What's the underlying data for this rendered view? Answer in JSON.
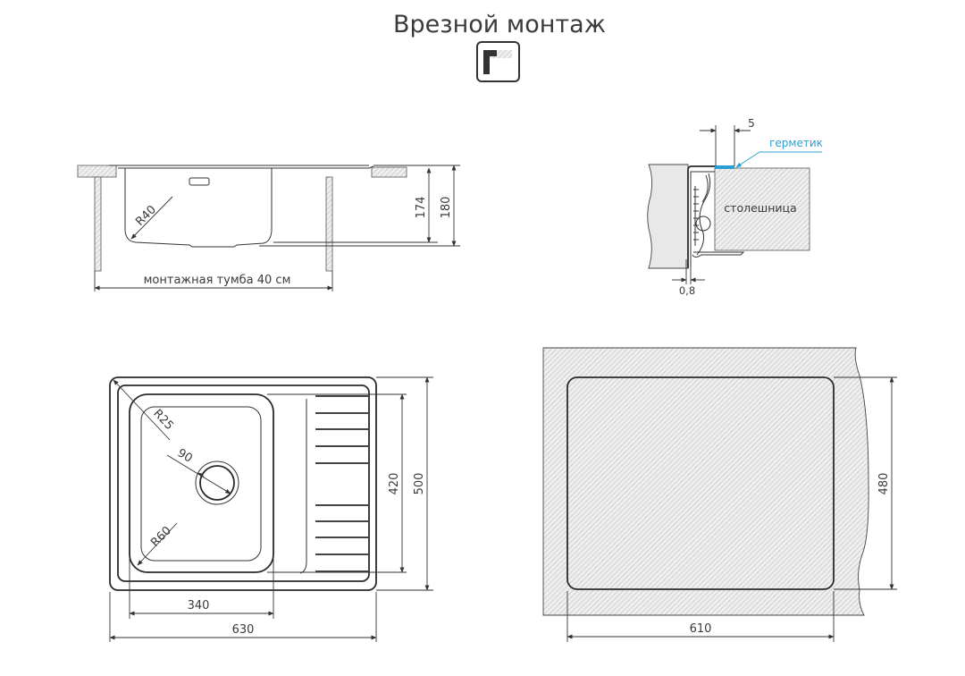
{
  "title": "Врезной монтаж",
  "icon": "flush-mount-icon",
  "side_view": {
    "cabinet_label": "монтажная тумба 40 см",
    "radius": "R40",
    "depth_inner": "174",
    "depth_total": "180"
  },
  "detail": {
    "gap": "5",
    "sealant": "герметик",
    "countertop": "столешница",
    "thickness": "0,8",
    "sealant_color": "#2b9fd3"
  },
  "plan_view": {
    "corner_radius": "R25",
    "drain": "90",
    "bowl_radius": "R60",
    "bowl_width": "340",
    "total_width": "630",
    "bowl_length": "420",
    "total_length": "500"
  },
  "cutout": {
    "width": "610",
    "length": "480"
  }
}
